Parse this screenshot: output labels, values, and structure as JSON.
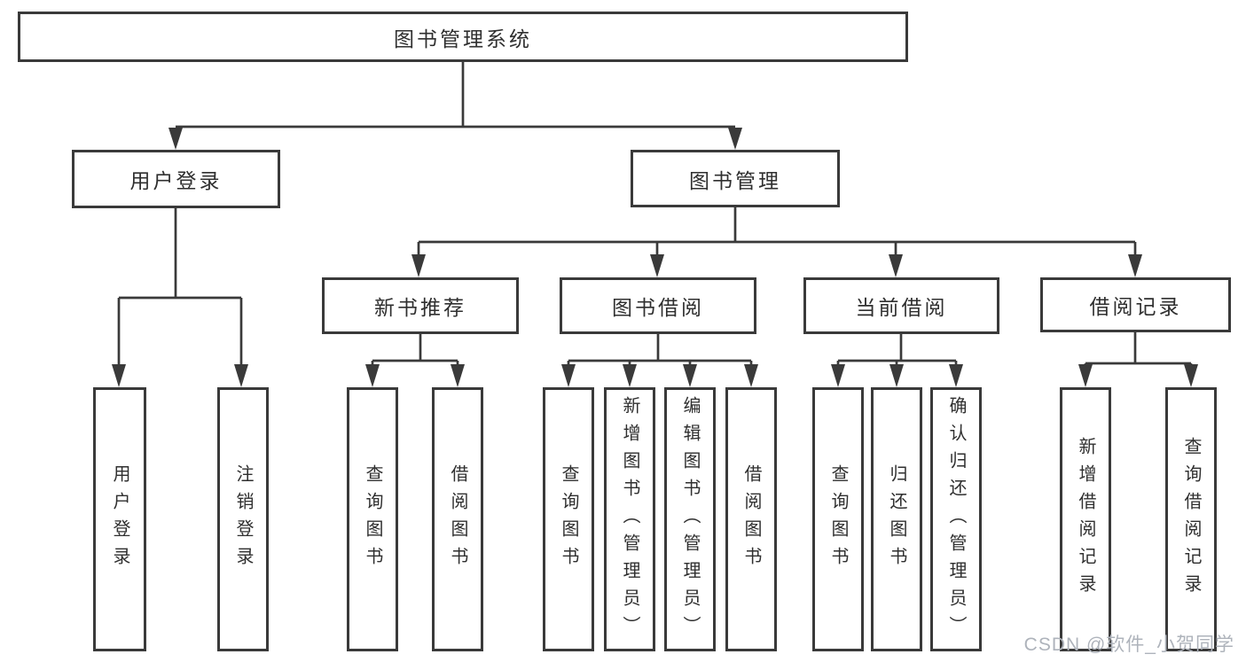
{
  "diagram": {
    "title": "图书管理系统",
    "branches": [
      {
        "label": "用户登录",
        "children": [
          {
            "label": "用户登录"
          },
          {
            "label": "注销登录"
          }
        ]
      },
      {
        "label": "图书管理",
        "children": [
          {
            "label": "新书推荐",
            "children": [
              {
                "label": "查询图书"
              },
              {
                "label": "借阅图书"
              }
            ]
          },
          {
            "label": "图书借阅",
            "children": [
              {
                "label": "查询图书"
              },
              {
                "label": "新增图书（管理员）"
              },
              {
                "label": "编辑图书（管理员）"
              },
              {
                "label": "借阅图书"
              }
            ]
          },
          {
            "label": "当前借阅",
            "children": [
              {
                "label": "查询图书"
              },
              {
                "label": "归还图书"
              },
              {
                "label": "确认归还（管理员）"
              }
            ]
          },
          {
            "label": "借阅记录",
            "children": [
              {
                "label": "新增借阅记录"
              },
              {
                "label": "查询借阅记录"
              }
            ]
          }
        ]
      }
    ]
  },
  "watermark": {
    "text": "CSDN @软件_小贺同学"
  },
  "colors": {
    "line": "#3a3a3a",
    "box_border": "#3a3a3a",
    "text": "#2f2f2f",
    "background": "#ffffff",
    "watermark": "#aeb3bb"
  }
}
